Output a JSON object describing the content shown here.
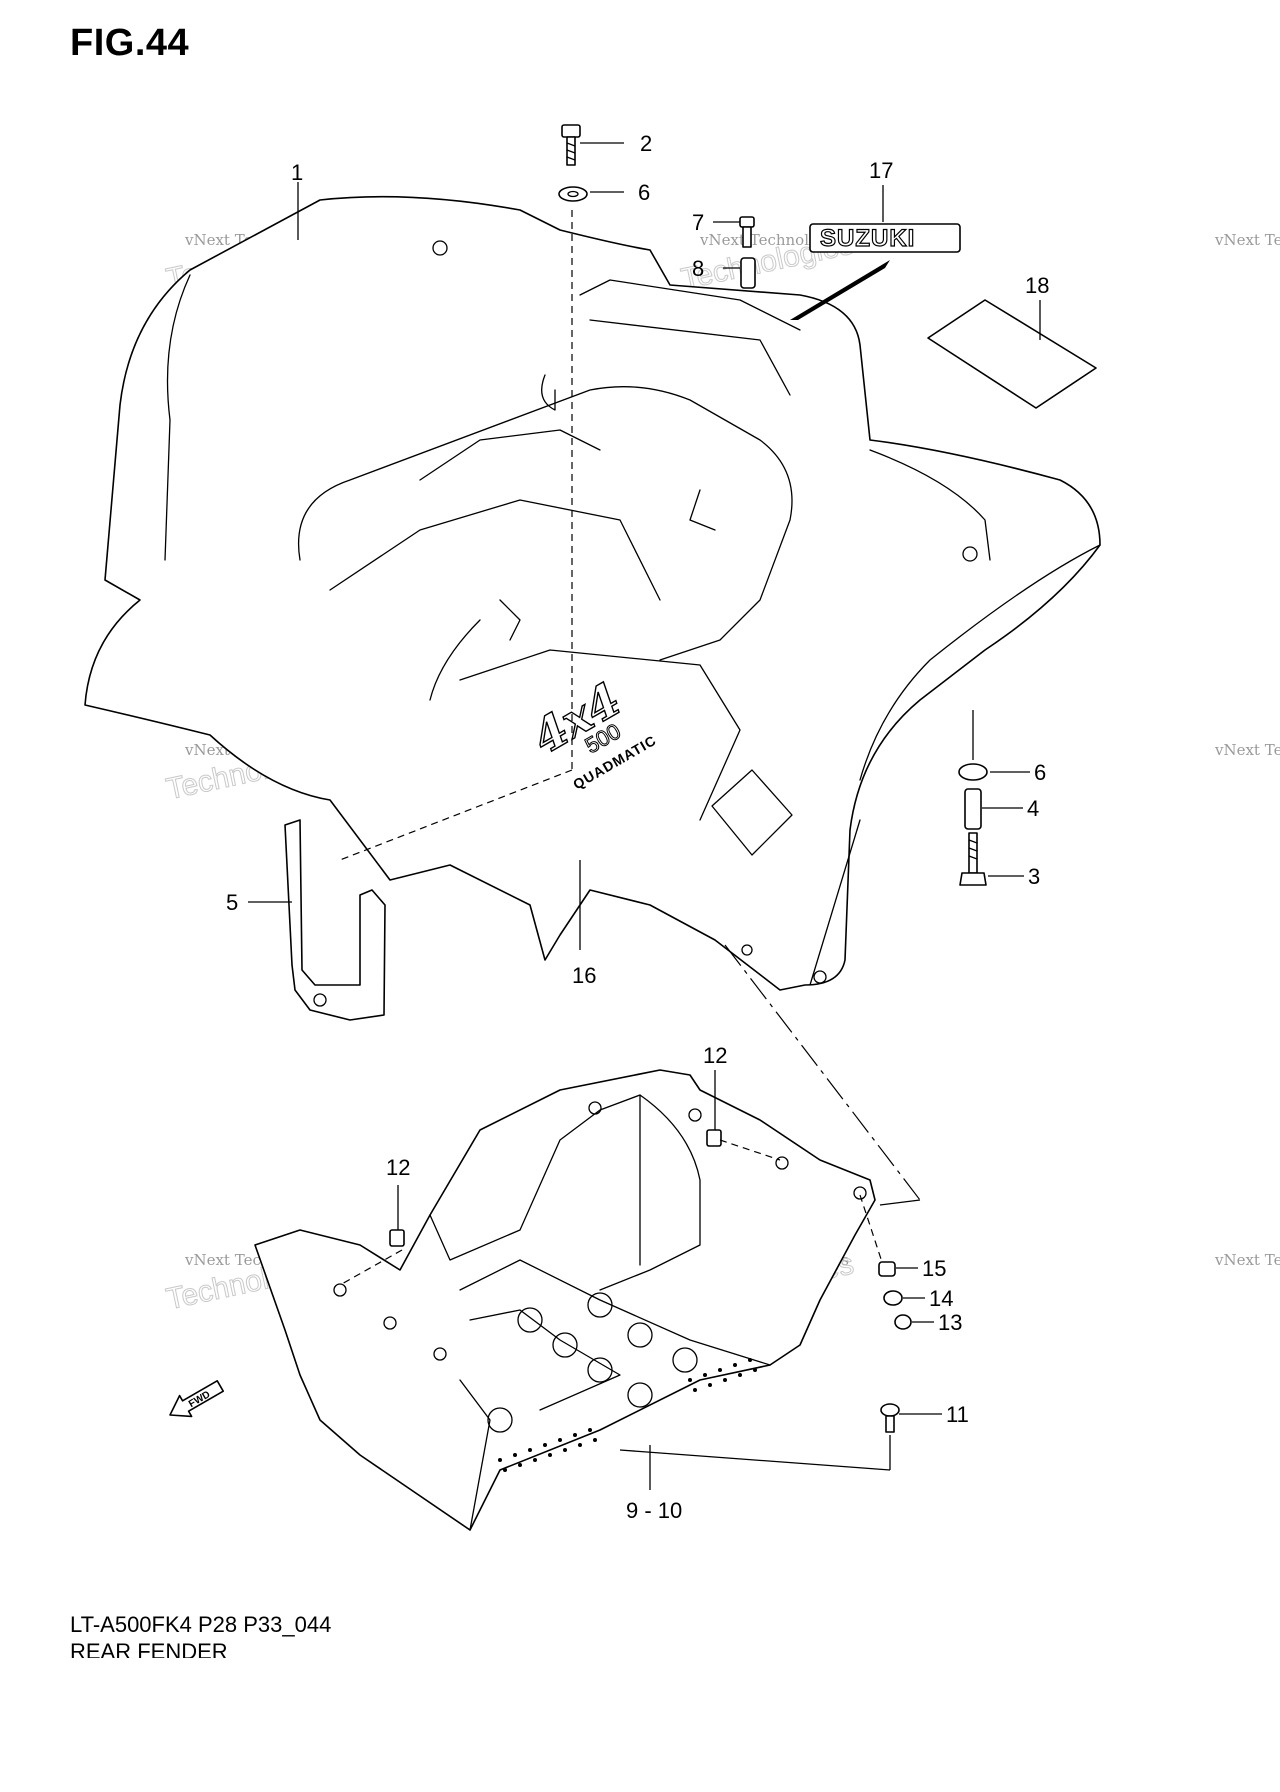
{
  "figure": {
    "title": "FIG.44"
  },
  "footer": {
    "model_code": "LT-A500FK4 P28 P33_044",
    "assembly_name": "REAR FENDER"
  },
  "watermark": {
    "line1": "vNext Technologies",
    "line2": "vNext",
    "line3": "Technologies"
  },
  "logos": {
    "brand_decal": "SUZUKI",
    "badge_4x4": "4x4",
    "badge_500": "500",
    "badge_quadmatic": "QUADMATIC",
    "fwd_arrow": "FWD"
  },
  "callouts": {
    "c1": "1",
    "c2": "2",
    "c3": "3",
    "c4": "4",
    "c5": "5",
    "c6a": "6",
    "c6b": "6",
    "c7": "7",
    "c8": "8",
    "c9_10": "9 - 10",
    "c11": "11",
    "c12a": "12",
    "c12b": "12",
    "c13": "13",
    "c14": "14",
    "c15": "15",
    "c16": "16",
    "c17": "17",
    "c18": "18"
  }
}
